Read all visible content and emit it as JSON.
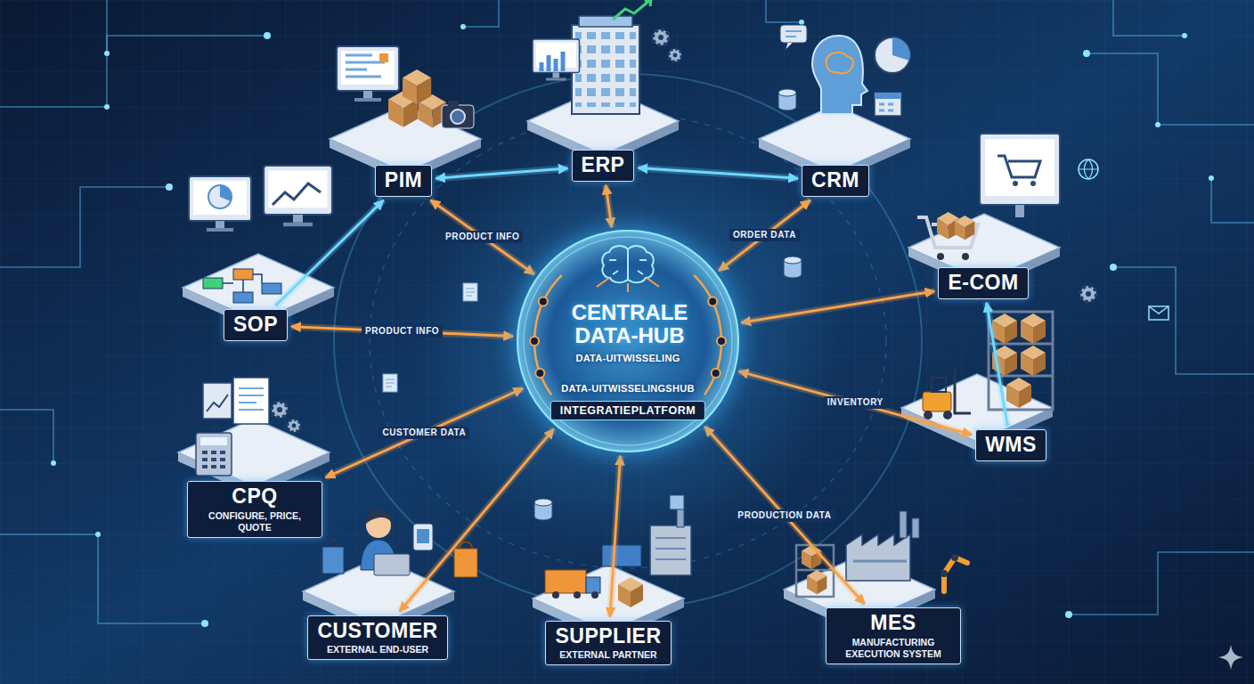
{
  "diagram": {
    "nodes": [
      {
        "text": [
          "PIM"
        ]
      },
      {
        "text": [
          "ERP"
        ]
      },
      {
        "text": [
          "CRM"
        ]
      },
      {
        "text": [
          "E-COM"
        ]
      },
      {
        "text": [
          "SOP"
        ]
      },
      {
        "text": [
          "CENTRALE DATA-HUB",
          "DATA-UITWISSELING",
          "DATA-UITWISSELINGSHUB",
          "INTEGRATIEPLATFORM"
        ]
      },
      {
        "text": [
          "WMS"
        ]
      },
      {
        "text": [
          "CPQ",
          "CONFIGURE, PRICE, QUOTE"
        ]
      },
      {
        "text": [
          "CUSTOMER",
          "EXTERNAL END-USER"
        ]
      },
      {
        "text": [
          "SUPPLIER",
          "EXTERNAL PARTNER"
        ]
      },
      {
        "text": [
          "MES",
          "MANUFACTURING EXECUTION SYSTEM"
        ]
      }
    ],
    "edges": [
      {
        "from": 0,
        "to": 5,
        "label": "PRODUCT INFO",
        "arrow": "both"
      },
      {
        "from": 1,
        "to": 5,
        "arrow": "both"
      },
      {
        "from": 2,
        "to": 5,
        "label": "ORDER DATA",
        "arrow": "both"
      },
      {
        "from": 3,
        "to": 5,
        "arrow": "both"
      },
      {
        "from": 4,
        "to": 5,
        "label": "PRODUCT INFO",
        "arrow": "both"
      },
      {
        "from": 6,
        "to": 5,
        "label": "INVENTORY",
        "arrow": "both"
      },
      {
        "from": 7,
        "to": 5,
        "label": "CUSTOMER DATA",
        "arrow": "both"
      },
      {
        "from": 8,
        "to": 5,
        "arrow": "both"
      },
      {
        "from": 9,
        "to": 5,
        "arrow": "both"
      },
      {
        "from": 10,
        "to": 5,
        "label": "PRODUCTION DATA",
        "arrow": "both"
      },
      {
        "from": 0,
        "to": 1,
        "arrow": "both"
      },
      {
        "from": 1,
        "to": 2,
        "arrow": "both"
      },
      {
        "from": 4,
        "to": 0,
        "arrow": "to"
      },
      {
        "from": 6,
        "to": 3,
        "arrow": "to"
      }
    ]
  }
}
